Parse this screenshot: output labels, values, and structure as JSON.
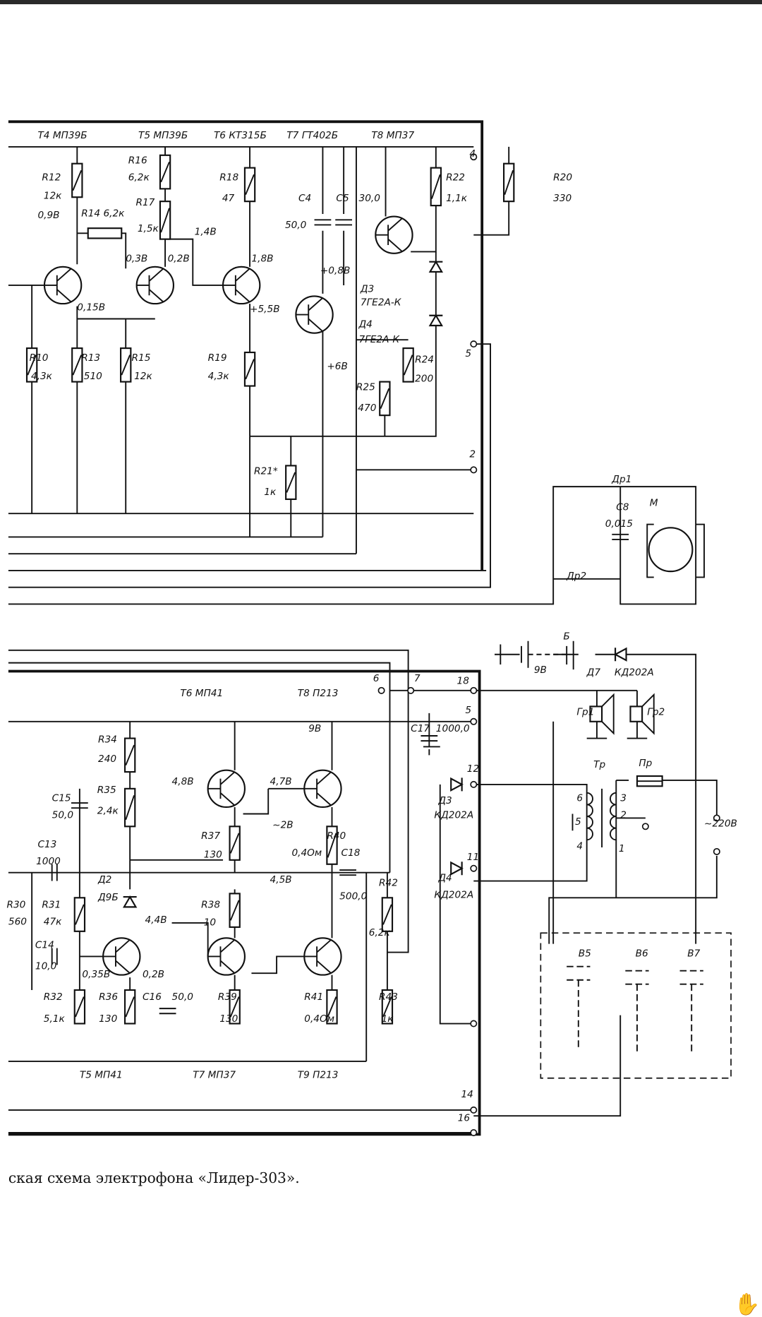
{
  "caption": "ская  схема электрофона «Лидер-303».",
  "labels": [
    "T4  МП39Б",
    "T5  МП39Б",
    "T6 КТ315Б",
    "T7 ГТ402Б",
    "T8  МП37",
    "R12",
    "12к",
    "0,9В",
    "R14 6,2к",
    "R16",
    "6,2к",
    "R17",
    "1,5к",
    "R18",
    "47",
    "1,4В",
    "0,3В",
    "0,2В",
    "1,8В",
    "C4",
    "50,0",
    "C5",
    "30,0",
    "+0,8В",
    "R22",
    "1,1к",
    "R20",
    "330",
    "4",
    "Д3",
    "7ГЕ2А-К",
    "Д4",
    "7ГЕ2А-К",
    "0,15В",
    "+5,5В",
    "5",
    "+6В",
    "R10",
    "4,3к",
    "R13",
    "510",
    "R15",
    "12к",
    "R19",
    "4,3к",
    "R24",
    "200",
    "R25",
    "470",
    "2",
    "R21*",
    "1к",
    "Др1",
    "C8",
    "0,015",
    "М",
    "Др2",
    "Б",
    "9В",
    "Д7",
    "КД202А",
    "6",
    "7",
    "18",
    "T6  МП41",
    "T8  П213",
    "5",
    "C17",
    "1000,0",
    "9В",
    "Гр1",
    "Гр2",
    "R34",
    "240",
    "Тр",
    "Пр",
    "4,8В",
    "4,7В",
    "12",
    "Д3",
    "КД202А",
    "C15",
    "50,0",
    "R35",
    "2,4к",
    "6",
    "5",
    "4",
    "3",
    "2",
    "1",
    "~2В",
    "~220В",
    "R37",
    "130",
    "R40",
    "0,4Ом",
    "C18",
    "C13",
    "1000",
    "11",
    "Д4",
    "КД202А",
    "4,5В",
    "500,0",
    "R30",
    "560",
    "R31",
    "47к",
    "Д2",
    "Д9Б",
    "4,4В",
    "R38",
    "10",
    "R42",
    "6,2к",
    "C14",
    "10,0",
    "0,35В",
    "0,2В",
    "В5",
    "В6",
    "В7",
    "R32",
    "5,1к",
    "R36",
    "130",
    "C16",
    "50,0",
    "R39",
    "130",
    "R41",
    "0,4Ом",
    "R43",
    "1к",
    "T5  МП41",
    "T7  МП37",
    "T9  П213",
    "14",
    "16"
  ],
  "icons": {
    "cursor": "hand-cursor-icon"
  }
}
